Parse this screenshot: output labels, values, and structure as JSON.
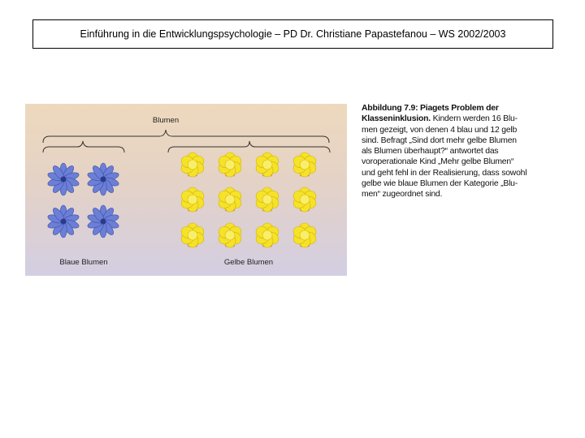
{
  "header": {
    "title": "Einführung in die Entwicklungspsychologie – PD Dr. Christiane Papastefanou – WS 2002/2003"
  },
  "figure": {
    "top_label": "Blumen",
    "left_label": "Blaue Blumen",
    "right_label": "Gelbe Blumen",
    "blue_count": 4,
    "yellow_count": 12,
    "colors": {
      "blue_flower": "#6b7fd6",
      "yellow_flower": "#f5e22a",
      "pot": "#f0a04a",
      "bracket": "#333333"
    }
  },
  "caption": {
    "lines": [
      {
        "bold": "Abbildung 7.9: Piagets Problem der",
        "text": ""
      },
      {
        "bold": "Klasseninklusion.",
        "text": " Kindern werden 16 Blu-"
      },
      {
        "bold": "",
        "text": "men gezeigt, von denen 4 blau und 12 gelb"
      },
      {
        "bold": "",
        "text": "sind. Befragt „Sind dort mehr gelbe Blumen"
      },
      {
        "bold": "",
        "text": "als Blumen überhaupt?“ antwortet das"
      },
      {
        "bold": "",
        "text": "voroperationale Kind „Mehr gelbe Blumen“"
      },
      {
        "bold": "",
        "text": "und geht fehl in der Realisierung, dass sowohl"
      },
      {
        "bold": "",
        "text": "gelbe wie blaue Blumen  der Kategorie „Blu-"
      },
      {
        "bold": "",
        "text": "men“ zugeordnet sind."
      }
    ]
  }
}
